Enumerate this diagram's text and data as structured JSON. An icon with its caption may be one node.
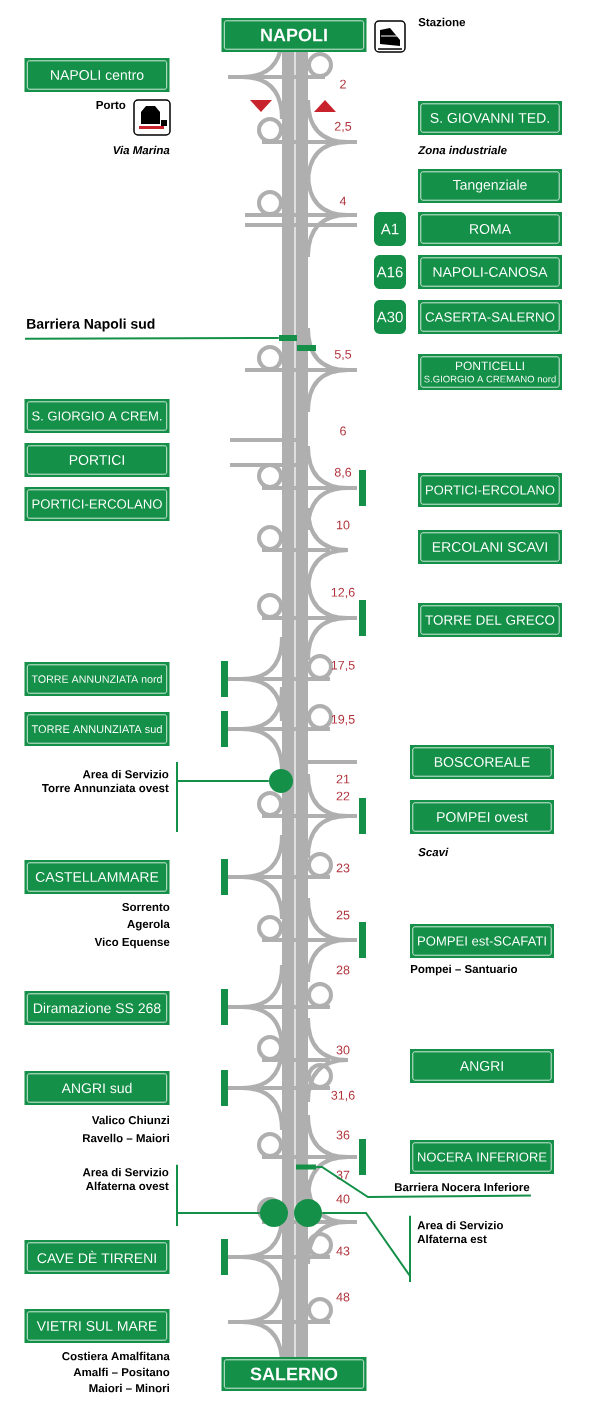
{
  "diagram": {
    "nodes": [
      {
        "text": [
          "NAPOLI"
        ]
      },
      {
        "text": [
          "NAPOLI centro"
        ],
        "beside": [
          "Porto",
          "Via Marina"
        ]
      },
      {
        "text": [
          "S. GIOVANNI TED."
        ],
        "beside": [
          "Zona industriale"
        ]
      },
      {
        "text": [
          "Tangenziale"
        ]
      },
      {
        "text": [
          "A1"
        ]
      },
      {
        "text": [
          "ROMA"
        ]
      },
      {
        "text": [
          "A16"
        ]
      },
      {
        "text": [
          "NAPOLI-CANOSA"
        ]
      },
      {
        "text": [
          "A30"
        ]
      },
      {
        "text": [
          "CASERTA-SALERNO"
        ]
      },
      {
        "text": [
          "PONTICELLI",
          "S.GIORGIO A CREMANO nord"
        ]
      },
      {
        "text": [
          "S. GIORGIO A CREM."
        ]
      },
      {
        "text": [
          "PORTICI"
        ]
      },
      {
        "text": [
          "PORTICI-ERCOLANO"
        ]
      },
      {
        "text": [
          "PORTICI-ERCOLANO"
        ]
      },
      {
        "text": [
          "ERCOLANI SCAVI"
        ]
      },
      {
        "text": [
          "TORRE DEL GRECO"
        ]
      },
      {
        "text": [
          "TORRE ANNUNZIATA nord"
        ]
      },
      {
        "text": [
          "TORRE ANNUNZIATA sud"
        ]
      },
      {
        "text": [
          "BOSCOREALE"
        ]
      },
      {
        "text": [
          "POMPEI ovest"
        ],
        "beside": [
          "Scavi"
        ]
      },
      {
        "text": [
          "CASTELLAMMARE"
        ],
        "beside": [
          "Sorrento",
          "Agerola",
          "Vico Equense"
        ]
      },
      {
        "text": [
          "POMPEI est-SCAFATI"
        ],
        "beside": [
          "Pompei – Santuario"
        ]
      },
      {
        "text": [
          "Diramazione SS 268"
        ]
      },
      {
        "text": [
          "ANGRI"
        ]
      },
      {
        "text": [
          "ANGRI sud"
        ],
        "beside": [
          "Valico Chiunzi",
          "Ravello – Maiori"
        ]
      },
      {
        "text": [
          "NOCERA INFERIORE"
        ]
      },
      {
        "text": [
          "CAVE DÈ TIRRENI"
        ]
      },
      {
        "text": [
          "VIETRI SUL MARE"
        ],
        "beside": [
          "Costiera Amalfitana",
          "Amalfi – Positano",
          "Maiori – Minori"
        ]
      },
      {
        "text": [
          "SALERNO"
        ]
      },
      {
        "text": [
          "Barriera Napoli sud"
        ]
      },
      {
        "text": [],
        "shape": "bar"
      },
      {
        "text": [
          "Area di Servizio",
          "Torre Annunziata ovest"
        ]
      },
      {
        "text": [],
        "shape": "circle"
      },
      {
        "text": [
          "Area di Servizio",
          "Alfaterna ovest"
        ]
      },
      {
        "text": [],
        "shape": "circle"
      },
      {
        "text": [
          "Barriera Nocera Inferiore"
        ]
      },
      {
        "text": [],
        "shape": "bar"
      },
      {
        "text": [
          "Area di Servizio",
          "Alfaterna est"
        ]
      },
      {
        "text": [],
        "shape": "circle"
      }
    ],
    "edges": [
      {
        "from": 30,
        "to": 31,
        "arrow": "none"
      },
      {
        "from": 32,
        "to": 33,
        "arrow": "none"
      },
      {
        "from": 34,
        "to": 35,
        "arrow": "none"
      },
      {
        "from": 36,
        "to": 37,
        "arrow": "none"
      },
      {
        "from": 38,
        "to": 39,
        "arrow": "none"
      }
    ],
    "labels": [
      "Stazione",
      "2",
      "2,5",
      "4",
      "5,5",
      "6",
      "8,6",
      "10",
      "12,6",
      "17,5",
      "19,5",
      "21",
      "22",
      "23",
      "25",
      "28",
      "30",
      "31,6",
      "36",
      "37",
      "40",
      "43",
      "48"
    ]
  }
}
